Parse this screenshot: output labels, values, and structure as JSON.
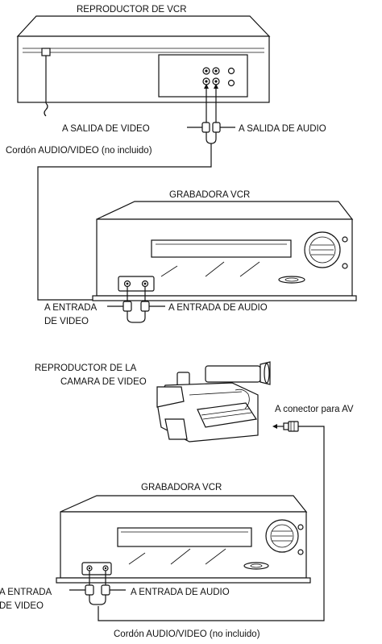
{
  "diagram": {
    "labels": {
      "player_vcr": "REPRODUCTOR DE VCR",
      "video_out": "A SALIDA DE VIDEO",
      "audio_out": "A SALIDA DE AUDIO",
      "cable_top": "Cordón AUDIO/VIDEO (no incluido)",
      "recorder_vcr_1": "GRABADORA VCR",
      "video_in_1_line1": "A ENTRADA",
      "video_in_1_line2": "DE VIDEO",
      "audio_in_1": "A ENTRADA DE AUDIO",
      "camcorder_line1": "REPRODUCTOR DE LA",
      "camcorder_line2": "CAMARA DE VIDEO",
      "av_connector": "A conector para AV",
      "recorder_vcr_2": "GRABADORA VCR",
      "video_in_2_line1": "A ENTRADA",
      "video_in_2_line2": "DE VIDEO",
      "audio_in_2": "A ENTRADA DE AUDIO",
      "cable_bottom": "Cordón AUDIO/VIDEO (no incluido)"
    }
  }
}
